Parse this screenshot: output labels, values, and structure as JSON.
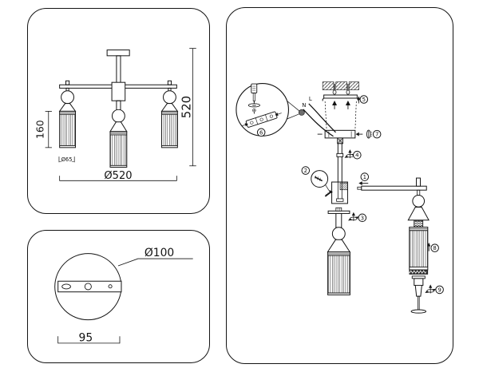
{
  "colors": {
    "line": "#141414",
    "background": "#ffffff",
    "dark_fill": "#2f2f2f",
    "grommet": "#6e6e6e"
  },
  "front_view": {
    "shade_height_mm": "160",
    "fixture_height_mm": "520",
    "shade_diameter": "Ø65",
    "fixture_diameter": "Ø520"
  },
  "canopy_view": {
    "canopy_diameter": "Ø100",
    "hole_spacing_mm": "95"
  },
  "assembly": {
    "wire_live": "L",
    "wire_neutral": "N",
    "steps": {
      "insert_arm": "1",
      "set_screw": "2",
      "lamp_stem": "3",
      "stem_nut": "4",
      "bracket": "5",
      "wiring": "6",
      "canopy_screw": "7",
      "shade": "8",
      "finial": "9"
    }
  }
}
